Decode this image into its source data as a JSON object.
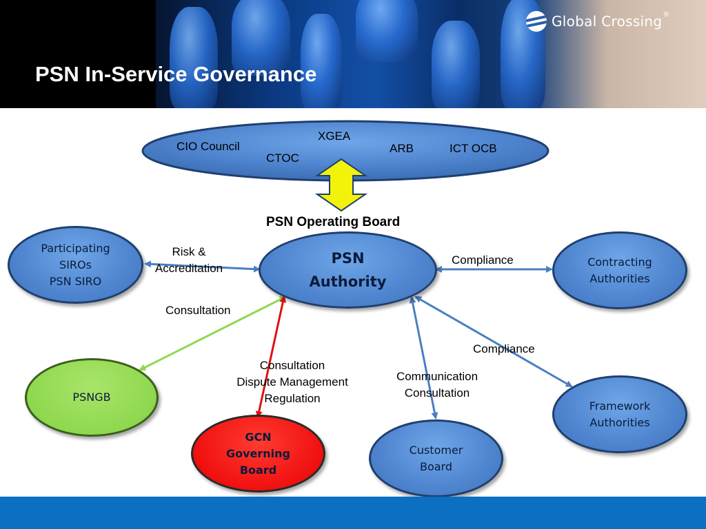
{
  "slide": {
    "title": "PSN In-Service Governance",
    "logo_text": "Global Crossing",
    "logo_trademark": "®"
  },
  "top_oval": {
    "cio_council": "CIO Council",
    "xgea": "XGEA",
    "ctoc": "CTOC",
    "arb": "ARB",
    "ict_ocb": "ICT OCB"
  },
  "operating_board": "PSN Operating Board",
  "nodes": {
    "psn_authority": [
      "PSN",
      "Authority"
    ],
    "participating_siros": [
      "Participating",
      "SIROs",
      "PSN SIRO"
    ],
    "contracting_authorities": [
      "Contracting",
      "Authorities"
    ],
    "psngb": [
      "PSNGB"
    ],
    "gcn_governing_board": [
      "GCN",
      "Governing",
      "Board"
    ],
    "customer_board": [
      "Customer",
      "Board"
    ],
    "framework_authorities": [
      "Framework",
      "Authorities"
    ]
  },
  "edge_labels": {
    "risk_accreditation": [
      "Risk &",
      "Accreditation"
    ],
    "compliance_contracting": "Compliance",
    "consultation_psngb": "Consultation",
    "compliance_framework": "Compliance",
    "gcn_labels": [
      "Consultation",
      "Dispute Management",
      "Regulation"
    ],
    "customer_labels": [
      "Communication",
      "Consultation"
    ]
  },
  "colors": {
    "node_blue": "#4f85cf",
    "node_green": "#8fd84f",
    "node_red": "#f01010",
    "arrow_blue": "#4a7fc0",
    "arrow_green": "#8fd84f",
    "arrow_red": "#e01010",
    "double_arrow": "#f2f20a",
    "footer_bar": "#0b6fc2"
  }
}
